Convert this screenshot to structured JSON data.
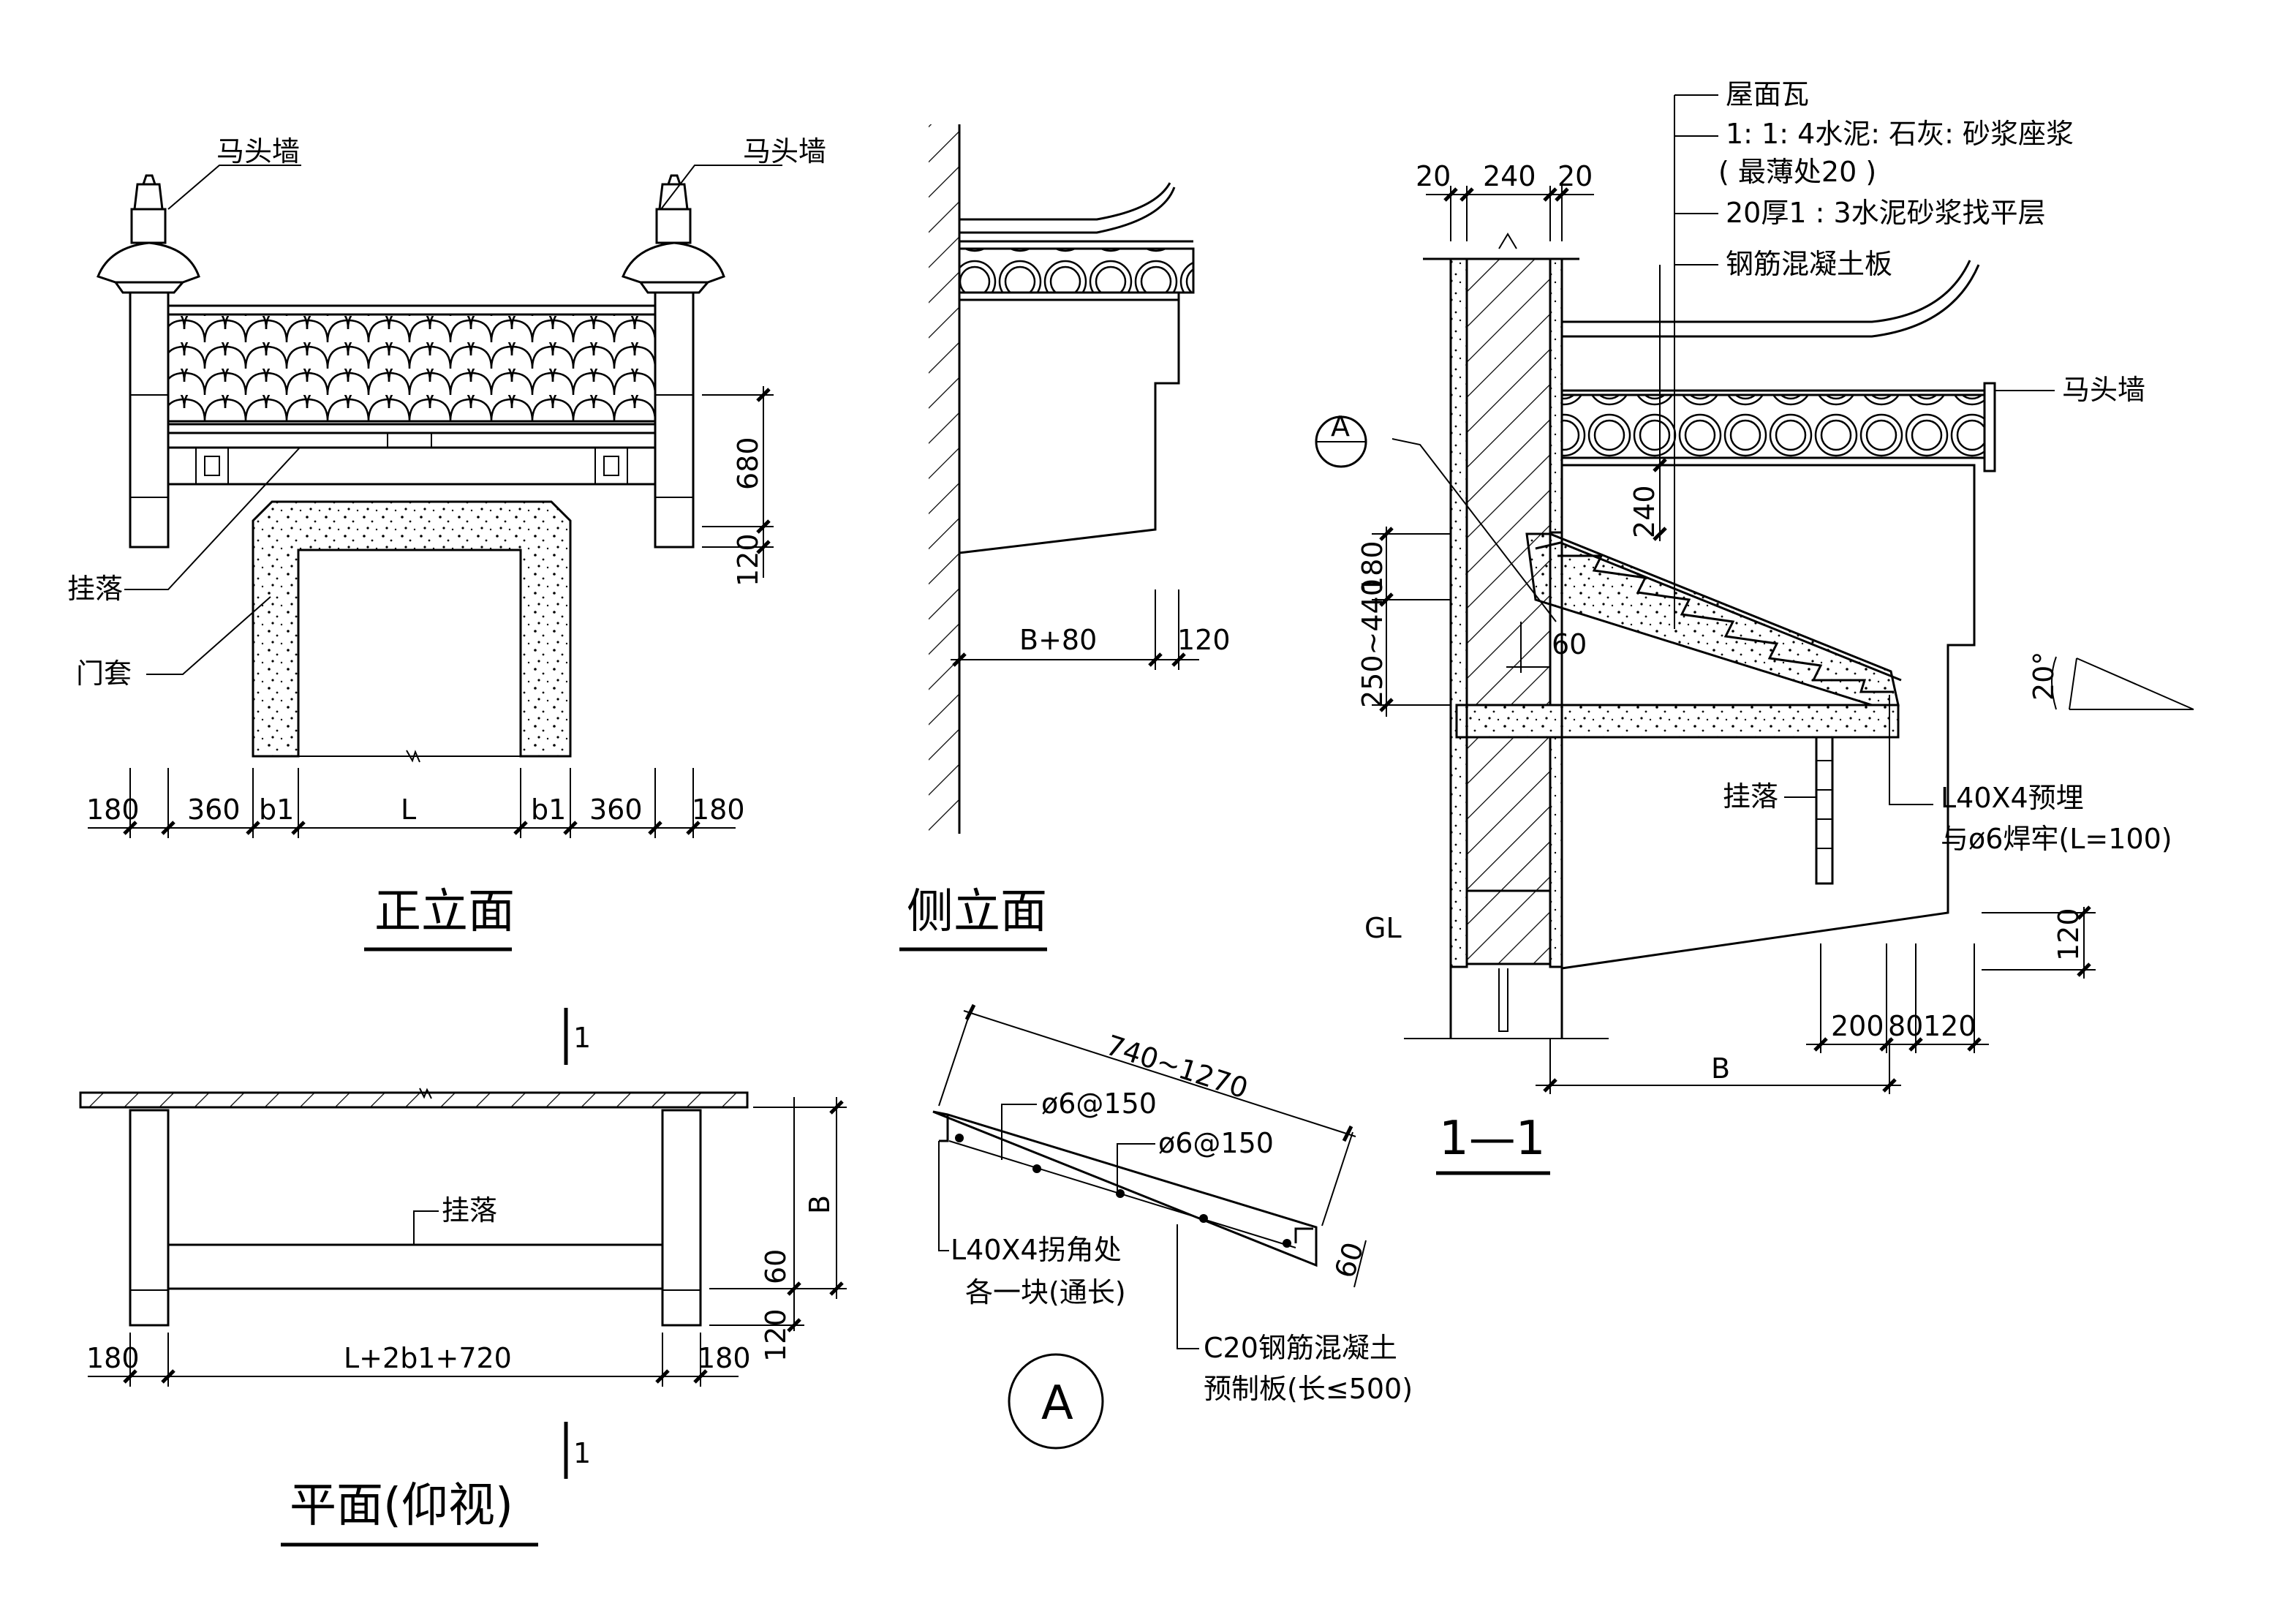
{
  "front_elevation": {
    "title": "正立面",
    "labels": {
      "horse_head_wall_left": "马头墙",
      "horse_head_wall_right": "马头墙",
      "hanging_fascia": "挂落",
      "door_frame": "门套"
    },
    "dims_bottom": [
      "180",
      "360",
      "b1",
      "L",
      "b1",
      "360",
      "180"
    ],
    "dims_right": [
      "680",
      "120"
    ]
  },
  "side_elevation": {
    "title": "侧立面",
    "dims": [
      "B+80",
      "120"
    ]
  },
  "section_1_1": {
    "title": "1—1",
    "top_dims": [
      "20",
      "240",
      "20"
    ],
    "notes": [
      "屋面瓦",
      "1: 1: 4水泥: 石灰: 砂浆座浆",
      "( 最薄处20 )",
      "20厚1 : 3水泥砂浆找平层",
      "钢筋混凝土板"
    ],
    "label_horse_head_wall": "马头墙",
    "label_hanging_fascia": "挂落",
    "label_gl": "GL",
    "embed_note_1": "L40X4预埋",
    "embed_note_2": "与ø6焊牢(L=100)",
    "detail_ref": "A",
    "left_dims": [
      "180",
      "250~440"
    ],
    "inner_dims": [
      "240",
      "60"
    ],
    "angle": "20°",
    "bottom_dims": [
      "200",
      "80",
      "120"
    ],
    "dim_b": "B",
    "dim_right": "120"
  },
  "plan_view": {
    "title": "平面(仰视)",
    "section_mark": "1",
    "label_hanging_fascia": "挂落",
    "dims_bottom": [
      "180",
      "L+2b1+720",
      "180"
    ],
    "dims_right": [
      "B",
      "60",
      "120"
    ]
  },
  "detail_a": {
    "title": "A",
    "length": "740~1270",
    "rebar_1": "ø6@150",
    "rebar_2": "ø6@150",
    "thickness": "60",
    "angle_note_1": "L40X4拐角处",
    "angle_note_2": "各一块(通长)",
    "slab_note_1": "C20钢筋混凝土",
    "slab_note_2": "预制板(长≤500)"
  }
}
